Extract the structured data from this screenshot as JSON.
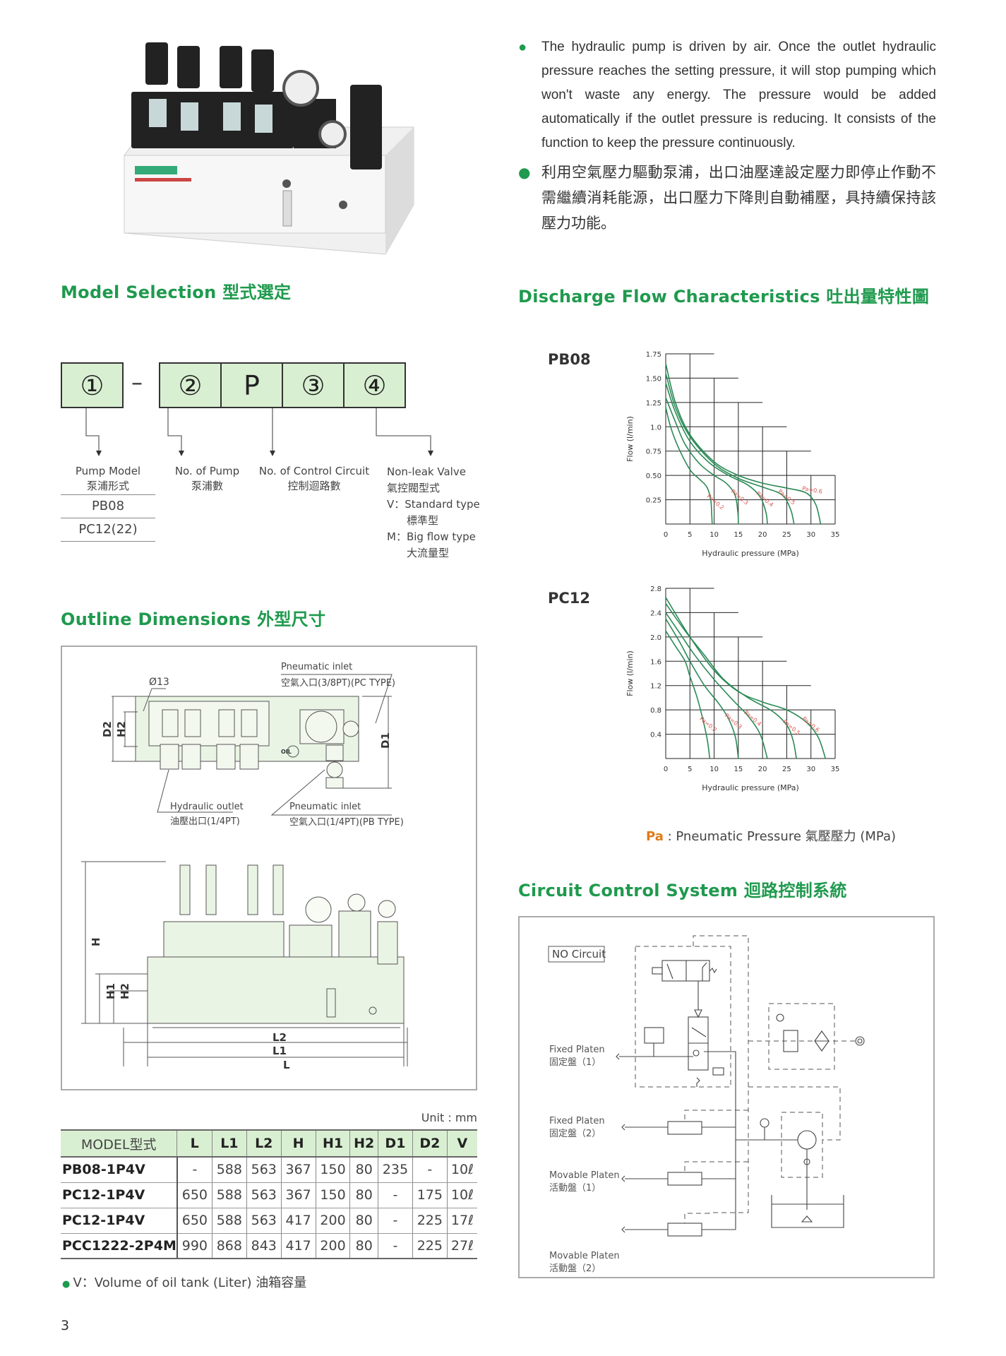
{
  "intro": {
    "en": "The hydraulic pump is driven by air. Once the outlet hydraulic pressure reaches the setting pressure, it will stop pumping which won't waste any energy. The pressure would be added automatically if the outlet pressure is reducing. It consists of the function to keep the pressure continuously.",
    "zh": "利用空氣壓力驅動泵浦，出口油壓達設定壓力即停止作動不需繼續消耗能源，出口壓力下降則自動補壓，具持續保持該壓力功能。"
  },
  "model_selection": {
    "heading": "Model Selection 型式選定",
    "code_boxes": [
      "①",
      "–",
      "②",
      "P",
      "③",
      "④"
    ],
    "pump_model": {
      "en": "Pump Model",
      "zh": "泵浦形式",
      "options": [
        "PB08",
        "PC12(22)"
      ]
    },
    "no_of_pump": {
      "en": "No. of Pump",
      "zh": "泵浦數"
    },
    "control_circuit": {
      "en": "No. of Control Circuit",
      "zh": "控制迴路數"
    },
    "non_leak": {
      "en": "Non-leak Valve",
      "zh": "氣控閥型式",
      "v_en": "V：Standard type",
      "v_zh": "標準型",
      "m_en": "M：Big flow type",
      "m_zh": "大流量型"
    }
  },
  "outline": {
    "heading": "Outline Dimensions 外型尺寸",
    "dia": "Ø13",
    "pc_inlet_en": "Pneumatic inlet",
    "pc_inlet_zh": "空氣入口(3/8PT)(PC TYPE)",
    "hyd_outlet_en": "Hydraulic outlet",
    "hyd_outlet_zh": "油壓出口(1/4PT)",
    "pb_inlet_en": "Pneumatic inlet",
    "pb_inlet_zh": "空氣入口(1/4PT)(PB TYPE)",
    "oil": "OIL",
    "dims": {
      "D2": "D2",
      "H2": "H2",
      "D1": "D1",
      "H": "H",
      "H1": "H1",
      "L2": "L2",
      "L1": "L1",
      "L": "L"
    }
  },
  "table": {
    "unit": "Unit : mm",
    "headers": [
      "MODEL型式",
      "L",
      "L1",
      "L2",
      "H",
      "H1",
      "H2",
      "D1",
      "D2",
      "V"
    ],
    "rows": [
      [
        "PB08-1P4V",
        "-",
        "588",
        "563",
        "367",
        "150",
        "80",
        "235",
        "-",
        "10ℓ"
      ],
      [
        "PC12-1P4V",
        "650",
        "588",
        "563",
        "367",
        "150",
        "80",
        "-",
        "175",
        "10ℓ"
      ],
      [
        "PC12-1P4V",
        "650",
        "588",
        "563",
        "417",
        "200",
        "80",
        "-",
        "225",
        "17ℓ"
      ],
      [
        "PCC1222-2P4M",
        "990",
        "868",
        "843",
        "417",
        "200",
        "80",
        "-",
        "225",
        "27ℓ"
      ]
    ],
    "footnote": "V：Volume of oil tank (Liter) 油箱容量"
  },
  "discharge": {
    "heading": "Discharge Flow Characteristics 吐出量特性圖",
    "pa_key": "Pa",
    "pa_note": ": Pneumatic Pressure 氣壓壓力 (MPa)"
  },
  "chart_data": [
    {
      "type": "line",
      "title": "PB08",
      "xlabel": "Hydraulic pressure (MPa)",
      "ylabel": "Flow (l/min)",
      "xlim": [
        0,
        35
      ],
      "ylim": [
        0,
        1.75
      ],
      "xticks": [
        0,
        5,
        10,
        15,
        20,
        25,
        30,
        35
      ],
      "yticks": [
        0.25,
        0.5,
        0.75,
        1.0,
        1.25,
        1.5,
        1.75
      ],
      "ytick_labels": [
        "0.25",
        "0.50",
        "0.75",
        "1.0",
        "1.25",
        "1.50",
        "1.75"
      ],
      "series": [
        {
          "name": "Pa=0.2",
          "points": [
            [
              0,
              1.2
            ],
            [
              1,
              1.0
            ],
            [
              2.5,
              0.8
            ],
            [
              5,
              0.56
            ],
            [
              7,
              0.46
            ],
            [
              8.5,
              0.38
            ],
            [
              9.3,
              0.25
            ],
            [
              9.5,
              0.1
            ],
            [
              9.6,
              0
            ]
          ]
        },
        {
          "name": "Pa=0.3",
          "points": [
            [
              0,
              1.3
            ],
            [
              2,
              1.05
            ],
            [
              4,
              0.82
            ],
            [
              7,
              0.62
            ],
            [
              10,
              0.5
            ],
            [
              12.5,
              0.42
            ],
            [
              14.3,
              0.3
            ],
            [
              14.9,
              0.12
            ],
            [
              15,
              0
            ]
          ]
        },
        {
          "name": "Pa=0.4",
          "points": [
            [
              0,
              1.45
            ],
            [
              2,
              1.15
            ],
            [
              5,
              0.85
            ],
            [
              9,
              0.63
            ],
            [
              13,
              0.5
            ],
            [
              17,
              0.4
            ],
            [
              19.5,
              0.28
            ],
            [
              20.7,
              0.12
            ],
            [
              21,
              0
            ]
          ]
        },
        {
          "name": "Pa=0.5",
          "points": [
            [
              0,
              1.55
            ],
            [
              2,
              1.2
            ],
            [
              5,
              0.9
            ],
            [
              10,
              0.62
            ],
            [
              15,
              0.47
            ],
            [
              20,
              0.38
            ],
            [
              24,
              0.3
            ],
            [
              25.8,
              0.15
            ],
            [
              26.5,
              0
            ]
          ]
        },
        {
          "name": "Pa=0.6",
          "points": [
            [
              0,
              1.65
            ],
            [
              2,
              1.25
            ],
            [
              5,
              0.92
            ],
            [
              10,
              0.64
            ],
            [
              15,
              0.5
            ],
            [
              20,
              0.42
            ],
            [
              25,
              0.37
            ],
            [
              29,
              0.32
            ],
            [
              31,
              0.2
            ],
            [
              32,
              0
            ]
          ]
        }
      ]
    },
    {
      "type": "line",
      "title": "PC12",
      "xlabel": "Hydraulic pressure (MPa)",
      "ylabel": "Flow  (l/min)",
      "xlim": [
        0,
        35
      ],
      "ylim": [
        0,
        2.8
      ],
      "xticks": [
        0,
        5,
        10,
        15,
        20,
        25,
        30,
        35
      ],
      "yticks": [
        0.4,
        0.8,
        1.2,
        1.6,
        2.0,
        2.4,
        2.8
      ],
      "ytick_labels": [
        "0.4",
        "0.8",
        "1.2",
        "1.6",
        "2.0",
        "2.4",
        "2.8"
      ],
      "series": [
        {
          "name": "Pa=0.2",
          "points": [
            [
              0,
              2.1
            ],
            [
              2,
              1.85
            ],
            [
              4,
              1.6
            ],
            [
              5,
              1.35
            ],
            [
              6.5,
              1.0
            ],
            [
              7.8,
              0.6
            ],
            [
              8.6,
              0.3
            ],
            [
              9.1,
              0
            ]
          ]
        },
        {
          "name": "Pa=0.3",
          "points": [
            [
              0,
              2.3
            ],
            [
              3,
              1.9
            ],
            [
              5,
              1.6
            ],
            [
              8,
              1.2
            ],
            [
              11,
              0.9
            ],
            [
              13,
              0.65
            ],
            [
              14.4,
              0.35
            ],
            [
              15,
              0
            ]
          ]
        },
        {
          "name": "Pa=0.4",
          "points": [
            [
              0,
              2.4
            ],
            [
              3,
              2.05
            ],
            [
              6,
              1.7
            ],
            [
              10,
              1.3
            ],
            [
              14,
              0.95
            ],
            [
              17,
              0.7
            ],
            [
              19.5,
              0.4
            ],
            [
              21,
              0
            ]
          ]
        },
        {
          "name": "Pa=0.5",
          "points": [
            [
              0,
              2.55
            ],
            [
              4,
              2.1
            ],
            [
              8,
              1.7
            ],
            [
              12,
              1.3
            ],
            [
              17,
              1.0
            ],
            [
              22,
              0.78
            ],
            [
              25,
              0.55
            ],
            [
              26.3,
              0.3
            ],
            [
              27,
              0
            ]
          ]
        },
        {
          "name": "Pa=0.6",
          "points": [
            [
              0,
              2.65
            ],
            [
              5,
              2.0
            ],
            [
              10,
              1.45
            ],
            [
              15,
              1.1
            ],
            [
              20,
              0.93
            ],
            [
              25,
              0.8
            ],
            [
              29,
              0.6
            ],
            [
              31.5,
              0.35
            ],
            [
              33,
              0
            ]
          ]
        }
      ]
    }
  ],
  "circuit": {
    "heading": "Circuit Control System 迴路控制系統",
    "no_circuit": "NO Circuit",
    "outputs": [
      {
        "en": "Fixed Platen",
        "zh": "固定盤（1）"
      },
      {
        "en": "Fixed Platen",
        "zh": "固定盤（2）"
      },
      {
        "en": "Movable Platen",
        "zh": "活動盤（1）"
      },
      {
        "en": "Movable Platen",
        "zh": "活動盤（2）"
      }
    ]
  },
  "page_number": "3",
  "colors": {
    "accent": "#1f9a4e",
    "box_fill": "#d9efd2",
    "curve": "#2a8a55",
    "curve_label": "#d9534f"
  }
}
